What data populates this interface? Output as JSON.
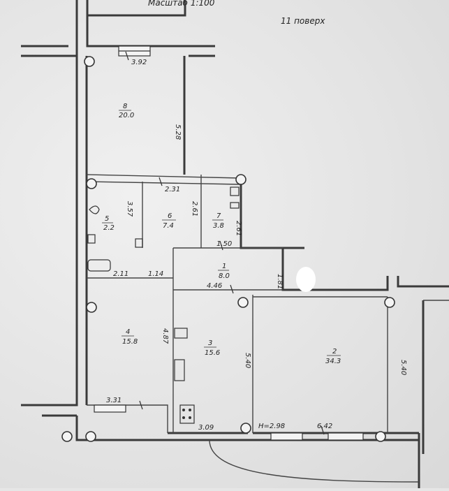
{
  "header": {
    "scale": "Масштаб 1:100",
    "floor": "11 поверх"
  },
  "rooms": [
    {
      "num": "8",
      "area": "20.0"
    },
    {
      "num": "5",
      "area": "2.2"
    },
    {
      "num": "6",
      "area": "7.4"
    },
    {
      "num": "7",
      "area": "3.8"
    },
    {
      "num": "1",
      "area": "8.0"
    },
    {
      "num": "4",
      "area": "15.8"
    },
    {
      "num": "3",
      "area": "15.6"
    },
    {
      "num": "2",
      "area": "34.3"
    }
  ],
  "dimensions": {
    "d392": "3.92",
    "d528": "5.28",
    "d231": "2.31",
    "d357": "3.57",
    "d261a": "2.61",
    "d261b": "2.61",
    "d150": "1.50",
    "d211": "2.11",
    "d114": "1.14",
    "d446": "4.46",
    "d181": "1.81",
    "d487": "4.87",
    "d540a": "5.40",
    "d540b": "5.40",
    "d331": "3.31",
    "d309": "3.09",
    "h298": "Н=2.98",
    "d642": "6.42"
  }
}
